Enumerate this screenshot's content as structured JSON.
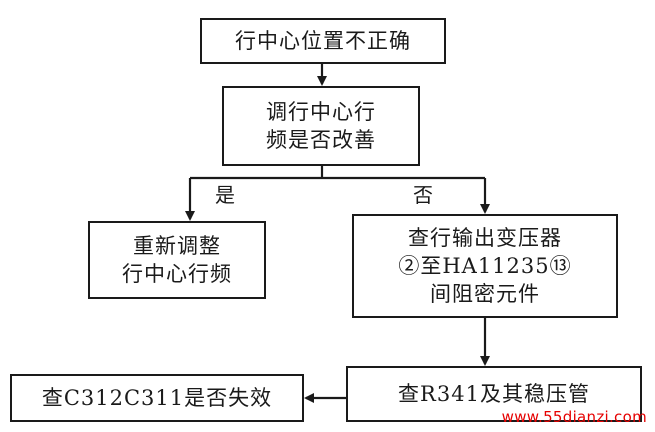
{
  "nodes": {
    "n1": {
      "lines": [
        "行中心位置不正确"
      ]
    },
    "n2": {
      "lines": [
        "调行中心行",
        "频是否改善"
      ]
    },
    "n3": {
      "lines": [
        "重新调整",
        "行中心行频"
      ]
    },
    "n4": {
      "lines": [
        "查行输出变压器",
        "②至HA11235⑬",
        "间阻密元件"
      ]
    },
    "n5": {
      "lines": [
        "查R341及其稳压管"
      ]
    },
    "n6": {
      "lines": [
        "查C312C311是否失效"
      ]
    }
  },
  "edges": {
    "yes_label": "是",
    "no_label": "否"
  },
  "watermark": "www.55dianzi.com"
}
